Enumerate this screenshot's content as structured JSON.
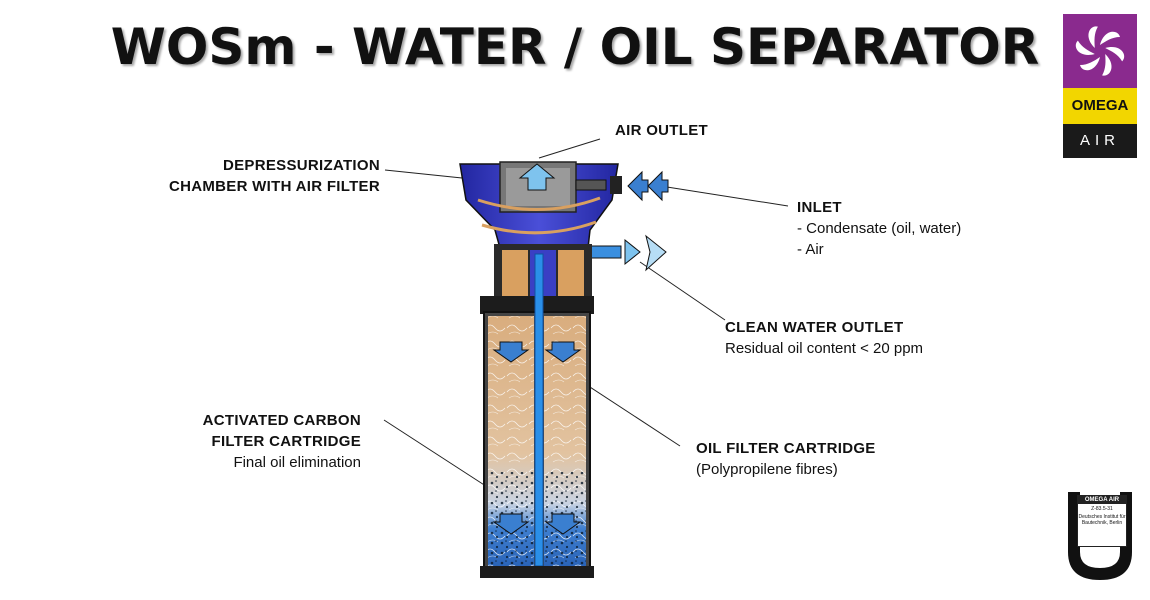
{
  "title": "WOSm - WATER / OIL SEPARATOR",
  "labels": {
    "air_outlet": "AIR OUTLET",
    "depressurization_line1": "DEPRESSURIZATION",
    "depressurization_line2": "CHAMBER WITH AIR FILTER",
    "inlet_title": "INLET",
    "inlet_line1": "- Condensate (oil, water)",
    "inlet_line2": "- Air",
    "clean_water_title": "CLEAN WATER OUTLET",
    "clean_water_desc": "Residual oil content < 20 ppm",
    "carbon_line1": "ACTIVATED CARBON",
    "carbon_line2": "FILTER CARTRIDGE",
    "carbon_desc": "Final oil elimination",
    "oil_filter_title": "OIL FILTER CARTRIDGE",
    "oil_filter_desc": "(Polypropilene fibres)"
  },
  "logo": {
    "brand": "OMEGA",
    "brand_sub": "AIR",
    "icon": "pinwheel-icon",
    "colors": {
      "purple": "#8a2a8e",
      "yellow": "#f2d600",
      "black": "#1a1a1a"
    }
  },
  "certification": {
    "header": "OMEGA AIR",
    "code": "Z-83.5-31",
    "issuer": "Deutsches Institut für Bautechnik, Berlin"
  },
  "colors": {
    "housing": "#3a3fc4",
    "filter_fibre": "#d9b48a",
    "carbon": "#1a5fb0",
    "water": "#2a7fd8",
    "arrow_fill": "#7ec3ee"
  }
}
